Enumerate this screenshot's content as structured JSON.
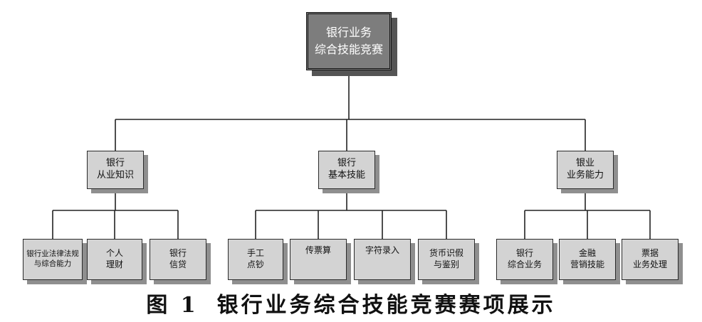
{
  "diagram": {
    "root": {
      "line1": "银行业务",
      "line2": "综合技能竞赛"
    },
    "categories": [
      {
        "line1": "银行",
        "line2": "从业知识",
        "items": [
          {
            "line1": "银行业法律法规",
            "line2": "与综合能力"
          },
          {
            "line1": "个人",
            "line2": "理财"
          },
          {
            "line1": "银行",
            "line2": "信贷"
          }
        ]
      },
      {
        "line1": "银行",
        "line2": "基本技能",
        "items": [
          {
            "line1": "手工",
            "line2": "点钞"
          },
          {
            "line1": "传票算",
            "line2": ""
          },
          {
            "line1": "字符录入",
            "line2": ""
          },
          {
            "line1": "货币识假",
            "line2": "与鉴别"
          }
        ]
      },
      {
        "line1": "银业",
        "line2": "业务能力",
        "items": [
          {
            "line1": "银行",
            "line2": "综合业务"
          },
          {
            "line1": "金融",
            "line2": "营销技能"
          },
          {
            "line1": "票据",
            "line2": "业务处理"
          }
        ]
      }
    ]
  },
  "caption": {
    "number": "图 1",
    "text": "银行业务综合技能竞赛赛项展示"
  }
}
